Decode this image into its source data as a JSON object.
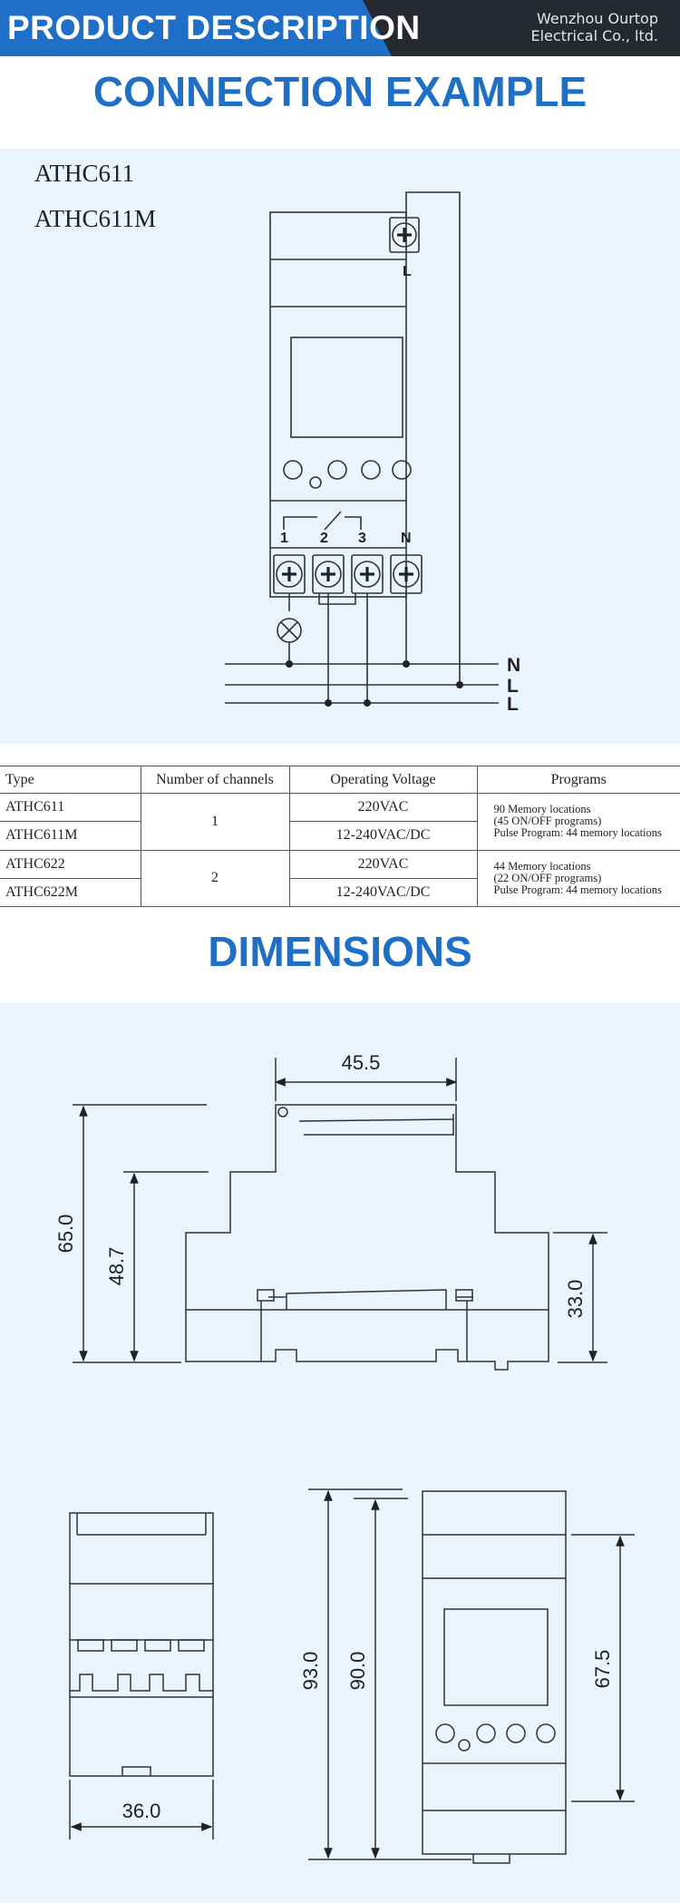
{
  "header": {
    "title": "PRODUCT DESCRIPTION",
    "company_line1": "Wenzhou Ourtop",
    "company_line2": "Electrical Co., ltd."
  },
  "connection": {
    "title": "CONNECTION EXAMPLE",
    "model_1": "ATHC611",
    "model_2": "ATHC611M",
    "terminal_top": "L",
    "terminals": [
      "1",
      "2",
      "3",
      "N"
    ],
    "lines": [
      "N",
      "L",
      "L"
    ]
  },
  "spec_table": {
    "headers": [
      "Type",
      "Number of channels",
      "Operating  Voltage",
      "Programs"
    ],
    "rows": [
      {
        "type": "ATHC611",
        "voltage": "220VAC"
      },
      {
        "type": "ATHC611M",
        "voltage": "12-240VAC/DC"
      },
      {
        "type": "ATHC622",
        "voltage": "220VAC"
      },
      {
        "type": "ATHC622M",
        "voltage": "12-240VAC/DC"
      }
    ],
    "channels_group_1": "1",
    "channels_group_2": "2",
    "programs_group_1": [
      "90 Memory locations",
      "(45 ON/OFF programs)",
      "Pulse Program: 44 memory locations"
    ],
    "programs_group_2": [
      "44 Memory locations",
      "(22 ON/OFF programs)",
      "Pulse Program: 44 memory locations"
    ]
  },
  "dimensions": {
    "title": "DIMENSIONS",
    "side_width": "45.5",
    "side_total_height": "65.0",
    "side_body_height": "48.7",
    "side_front_height": "33.0",
    "bottom_width": "36.0",
    "front_total_height": "93.0",
    "front_body_height": "90.0",
    "front_face_height": "67.5"
  }
}
